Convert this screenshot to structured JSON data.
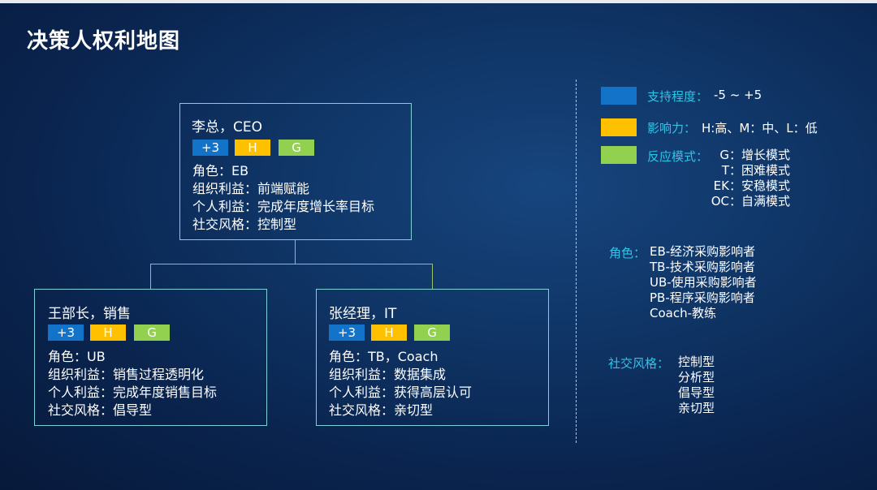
{
  "title": "决策人权利地图",
  "colors": {
    "support": "#1273c8",
    "influence": "#ffc000",
    "reaction": "#92d050",
    "accent_text": "#2fc4e6",
    "border": "#7fd0d8",
    "connector": "#9bc36b"
  },
  "people": [
    {
      "name": "李总，CEO",
      "support": "+3",
      "influence": "H",
      "reaction": "G",
      "role": "角色：EB",
      "org_interest": "组织利益：前端赋能",
      "personal_interest": "个人利益：完成年度增长率目标",
      "social_style": "社交风格：控制型"
    },
    {
      "name": "王部长，销售",
      "support": "+3",
      "influence": "H",
      "reaction": "G",
      "role": "角色：UB",
      "org_interest": "组织利益：销售过程透明化",
      "personal_interest": "个人利益：完成年度销售目标",
      "social_style": "社交风格：倡导型"
    },
    {
      "name": "张经理，IT",
      "support": "+3",
      "influence": "H",
      "reaction": "G",
      "role": "角色：TB，Coach",
      "org_interest": "组织利益：数据集成",
      "personal_interest": "个人利益：获得高层认可",
      "social_style": "社交风格：亲切型"
    }
  ],
  "legend": {
    "support_label": "支持程度：",
    "support_value": "-5 ~ +5",
    "influence_label": "影响力：",
    "influence_value": "H:高、M：中、L：低",
    "reaction_label": "反应模式：",
    "reaction_lines": [
      "G：增长模式",
      "T：困难模式",
      "EK：安稳模式",
      "OC：自满模式"
    ],
    "role_label": "角色：",
    "role_lines": [
      "EB-经济采购影响者",
      "TB-技术采购影响者",
      "UB-使用采购影响者",
      "PB-程序采购影响者",
      "Coach-教练"
    ],
    "style_label": "社交风格：",
    "style_lines": [
      "控制型",
      "分析型",
      "倡导型",
      "亲切型"
    ]
  }
}
